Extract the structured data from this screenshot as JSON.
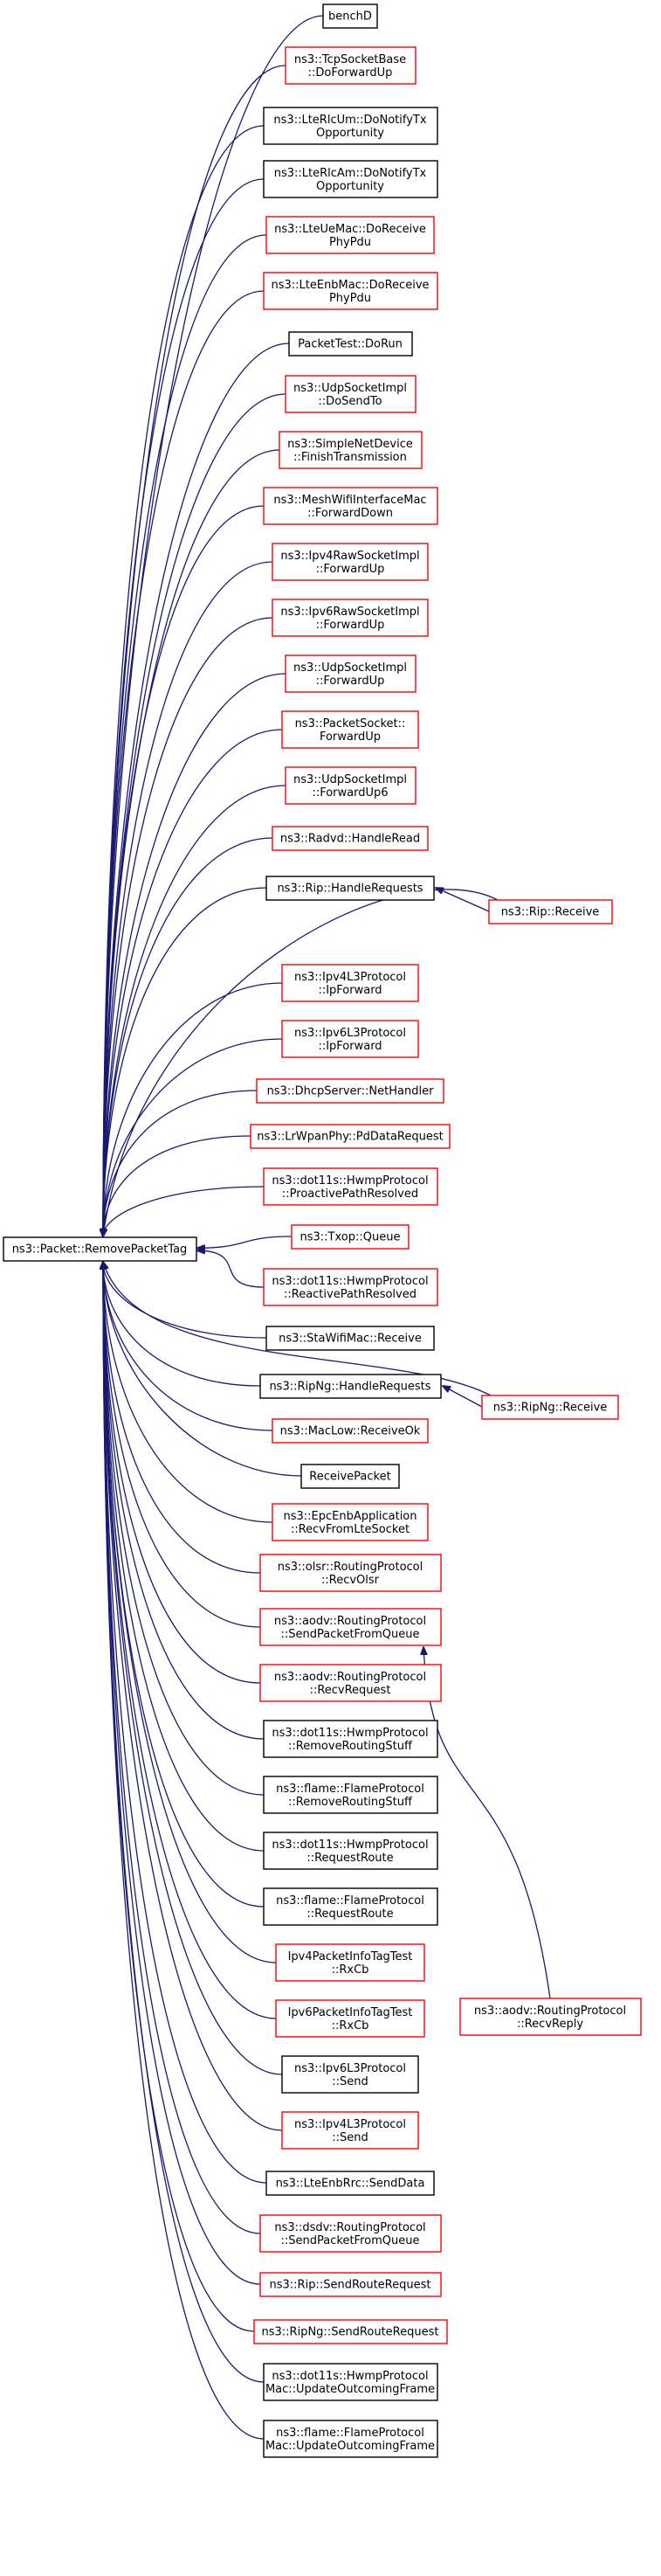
{
  "graph": {
    "root": {
      "id": "root",
      "lines": [
        "ns3::Packet::RemovePacketTag"
      ],
      "style": "root"
    },
    "callers": [
      {
        "id": "n0",
        "lines": [
          "benchD"
        ],
        "style": "black"
      },
      {
        "id": "n1",
        "lines": [
          "ns3::TcpSocketBase",
          "::DoForwardUp"
        ],
        "style": "red"
      },
      {
        "id": "n2",
        "lines": [
          "ns3::LteRlcUm::DoNotifyTx",
          "Opportunity"
        ],
        "style": "black"
      },
      {
        "id": "n3",
        "lines": [
          "ns3::LteRlcAm::DoNotifyTx",
          "Opportunity"
        ],
        "style": "black"
      },
      {
        "id": "n4",
        "lines": [
          "ns3::LteUeMac::DoReceive",
          "PhyPdu"
        ],
        "style": "red"
      },
      {
        "id": "n5",
        "lines": [
          "ns3::LteEnbMac::DoReceive",
          "PhyPdu"
        ],
        "style": "red"
      },
      {
        "id": "n6",
        "lines": [
          "PacketTest::DoRun"
        ],
        "style": "black"
      },
      {
        "id": "n7",
        "lines": [
          "ns3::UdpSocketImpl",
          "::DoSendTo"
        ],
        "style": "red"
      },
      {
        "id": "n8",
        "lines": [
          "ns3::SimpleNetDevice",
          "::FinishTransmission"
        ],
        "style": "red"
      },
      {
        "id": "n9",
        "lines": [
          "ns3::MeshWifiInterfaceMac",
          "::ForwardDown"
        ],
        "style": "red"
      },
      {
        "id": "n10",
        "lines": [
          "ns3::Ipv4RawSocketImpl",
          "::ForwardUp"
        ],
        "style": "red"
      },
      {
        "id": "n11",
        "lines": [
          "ns3::Ipv6RawSocketImpl",
          "::ForwardUp"
        ],
        "style": "red"
      },
      {
        "id": "n12",
        "lines": [
          "ns3::UdpSocketImpl",
          "::ForwardUp"
        ],
        "style": "red"
      },
      {
        "id": "n13",
        "lines": [
          "ns3::PacketSocket::",
          "ForwardUp"
        ],
        "style": "red"
      },
      {
        "id": "n14",
        "lines": [
          "ns3::UdpSocketImpl",
          "::ForwardUp6"
        ],
        "style": "red"
      },
      {
        "id": "n15",
        "lines": [
          "ns3::Radvd::HandleRead"
        ],
        "style": "red"
      },
      {
        "id": "n16",
        "lines": [
          "ns3::Rip::HandleRequests"
        ],
        "style": "black"
      },
      {
        "id": "n17",
        "lines": [
          "ns3::Ipv4L3Protocol",
          "::IpForward"
        ],
        "style": "red"
      },
      {
        "id": "n18",
        "lines": [
          "ns3::Ipv6L3Protocol",
          "::IpForward"
        ],
        "style": "red"
      },
      {
        "id": "n19",
        "lines": [
          "ns3::DhcpServer::NetHandler"
        ],
        "style": "red"
      },
      {
        "id": "n20",
        "lines": [
          "ns3::LrWpanPhy::PdDataRequest"
        ],
        "style": "red"
      },
      {
        "id": "n21",
        "lines": [
          "ns3::dot11s::HwmpProtocol",
          "::ProactivePathResolved"
        ],
        "style": "red"
      },
      {
        "id": "n22",
        "lines": [
          "ns3::Txop::Queue"
        ],
        "style": "red"
      },
      {
        "id": "n23",
        "lines": [
          "ns3::dot11s::HwmpProtocol",
          "::ReactivePathResolved"
        ],
        "style": "red"
      },
      {
        "id": "n24",
        "lines": [
          "ns3::StaWifiMac::Receive"
        ],
        "style": "black"
      },
      {
        "id": "n25",
        "lines": [
          "ns3::RipNg::HandleRequests"
        ],
        "style": "black"
      },
      {
        "id": "n26",
        "lines": [
          "ns3::MacLow::ReceiveOk"
        ],
        "style": "red"
      },
      {
        "id": "n27",
        "lines": [
          "ReceivePacket"
        ],
        "style": "black"
      },
      {
        "id": "n28",
        "lines": [
          "ns3::EpcEnbApplication",
          "::RecvFromLteSocket"
        ],
        "style": "red"
      },
      {
        "id": "n29",
        "lines": [
          "ns3::olsr::RoutingProtocol",
          "::RecvOlsr"
        ],
        "style": "red"
      },
      {
        "id": "n30",
        "lines": [
          "ns3::aodv::RoutingProtocol",
          "::SendPacketFromQueue"
        ],
        "style": "red"
      },
      {
        "id": "n31",
        "lines": [
          "ns3::aodv::RoutingProtocol",
          "::RecvRequest"
        ],
        "style": "red"
      },
      {
        "id": "n32",
        "lines": [
          "ns3::dot11s::HwmpProtocol",
          "::RemoveRoutingStuff"
        ],
        "style": "black"
      },
      {
        "id": "n33",
        "lines": [
          "ns3::flame::FlameProtocol",
          "::RemoveRoutingStuff"
        ],
        "style": "black"
      },
      {
        "id": "n34",
        "lines": [
          "ns3::dot11s::HwmpProtocol",
          "::RequestRoute"
        ],
        "style": "black"
      },
      {
        "id": "n35",
        "lines": [
          "ns3::flame::FlameProtocol",
          "::RequestRoute"
        ],
        "style": "black"
      },
      {
        "id": "n36",
        "lines": [
          "Ipv4PacketInfoTagTest",
          "::RxCb"
        ],
        "style": "red"
      },
      {
        "id": "n37",
        "lines": [
          "Ipv6PacketInfoTagTest",
          "::RxCb"
        ],
        "style": "red"
      },
      {
        "id": "n38",
        "lines": [
          "ns3::Ipv6L3Protocol",
          "::Send"
        ],
        "style": "black"
      },
      {
        "id": "n39",
        "lines": [
          "ns3::Ipv4L3Protocol",
          "::Send"
        ],
        "style": "red"
      },
      {
        "id": "n40",
        "lines": [
          "ns3::LteEnbRrc::SendData"
        ],
        "style": "black"
      },
      {
        "id": "n41",
        "lines": [
          "ns3::dsdv::RoutingProtocol",
          "::SendPacketFromQueue"
        ],
        "style": "red"
      },
      {
        "id": "n42",
        "lines": [
          "ns3::Rip::SendRouteRequest"
        ],
        "style": "red"
      },
      {
        "id": "n43",
        "lines": [
          "ns3::RipNg::SendRouteRequest"
        ],
        "style": "red"
      },
      {
        "id": "n44",
        "lines": [
          "ns3::dot11s::HwmpProtocol",
          "Mac::UpdateOutcomingFrame"
        ],
        "style": "black"
      },
      {
        "id": "n45",
        "lines": [
          "ns3::flame::FlameProtocol",
          "Mac::UpdateOutcomingFrame"
        ],
        "style": "black"
      }
    ],
    "outer": [
      {
        "id": "o1",
        "lines": [
          "ns3::Rip::Receive"
        ],
        "style": "red"
      },
      {
        "id": "o2",
        "lines": [
          "ns3::RipNg::Receive"
        ],
        "style": "red"
      },
      {
        "id": "o3",
        "lines": [
          "ns3::aodv::RoutingProtocol",
          "::RecvReply"
        ],
        "style": "red"
      }
    ],
    "extra_edges": [
      {
        "from": "o1",
        "to": "n16"
      },
      {
        "from": "o1",
        "to": "root"
      },
      {
        "from": "o2",
        "to": "n25"
      },
      {
        "from": "o2",
        "to": "root"
      },
      {
        "from": "o3",
        "to": "n30"
      }
    ],
    "colors": {
      "edge": "#191970",
      "red_border": "#ff0000",
      "black_border": "#000000",
      "root_fill": "#bfbfbf"
    }
  }
}
